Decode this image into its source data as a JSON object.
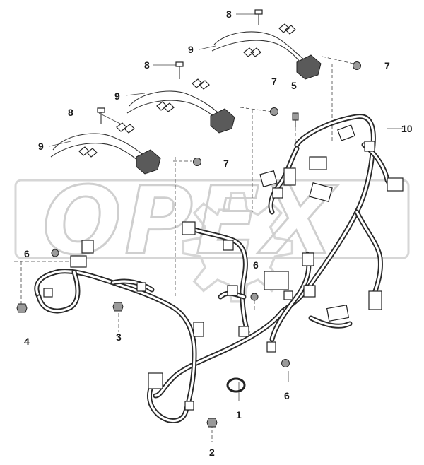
{
  "watermark": "OPEX",
  "callouts": {
    "c1": "1",
    "c2": "2",
    "c3": "3",
    "c4": "4",
    "c5": "5",
    "c6a": "6",
    "c6b": "6",
    "c6c": "6",
    "c7a": "7",
    "c7b": "7",
    "c7c": "7",
    "c8a": "8",
    "c8b": "8",
    "c8c": "8",
    "c9a": "9",
    "c9b": "9",
    "c9c": "9",
    "c10": "10"
  }
}
